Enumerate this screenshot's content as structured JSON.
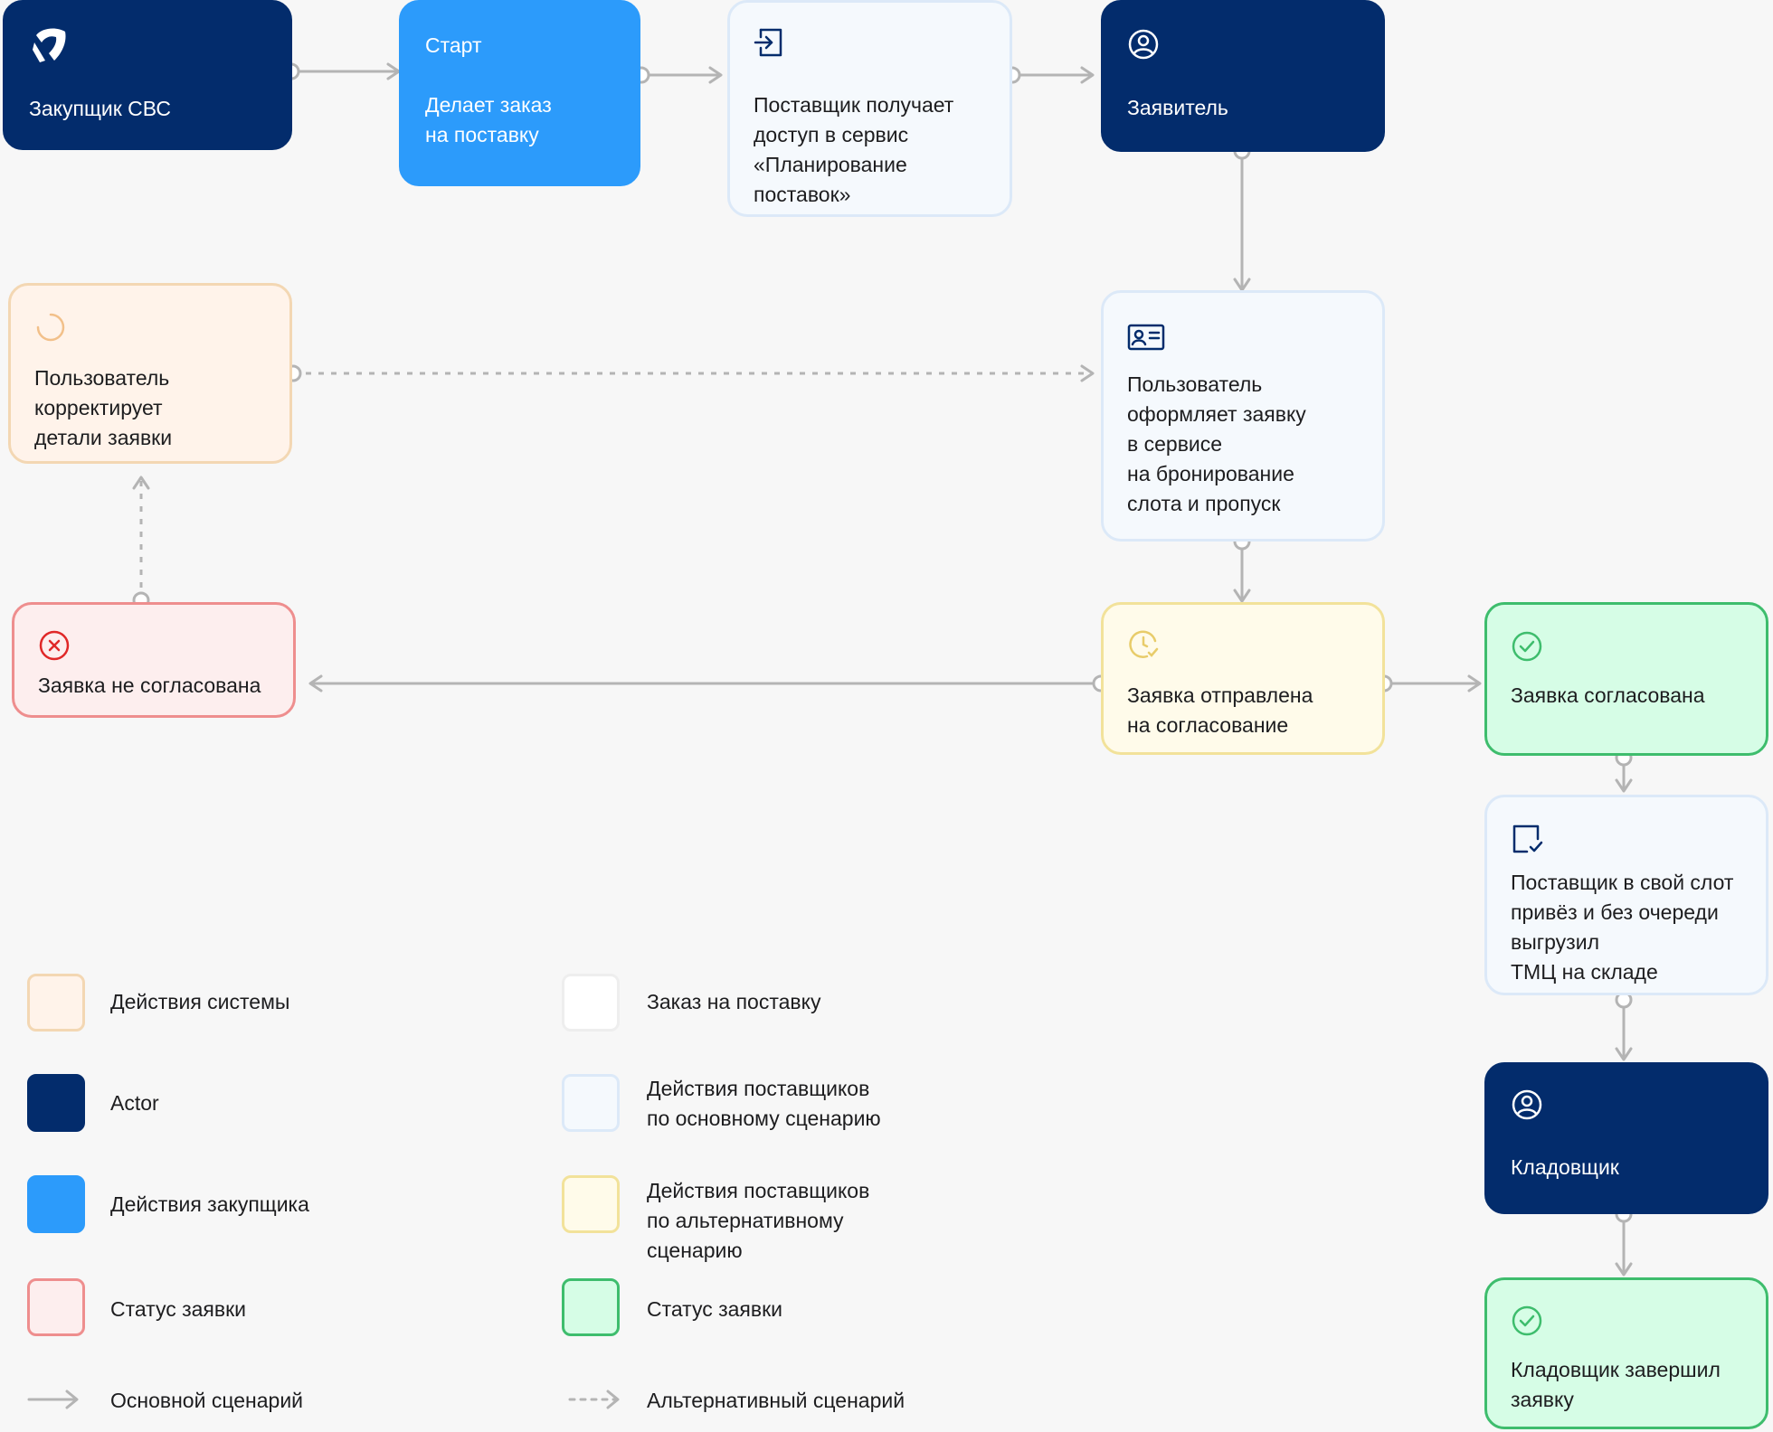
{
  "nodes": {
    "buyer_actor": {
      "label": "Закупщик СВС"
    },
    "start": {
      "title": "Старт",
      "lines": [
        "Делает заказ",
        "на поставку"
      ]
    },
    "access": {
      "lines": [
        "Поставщик получает",
        "доступ в сервис",
        "«Планирование",
        "поставок»"
      ]
    },
    "applicant": {
      "label": "Заявитель"
    },
    "user_fills": {
      "lines": [
        "Пользователь",
        "оформляет заявку",
        "в сервисе",
        "на бронирование",
        "слота и пропуск"
      ]
    },
    "user_corrects": {
      "lines": [
        "Пользователь",
        "корректирует",
        "детали заявки"
      ]
    },
    "sent": {
      "lines": [
        "Заявка отправлена",
        "на согласование"
      ]
    },
    "rejected": {
      "label": "Заявка не согласована"
    },
    "approved": {
      "label": "Заявка согласована"
    },
    "delivered": {
      "lines": [
        "Поставщик в свой слот",
        "привёз и без очереди",
        "выгрузил",
        "ТМЦ на складе"
      ]
    },
    "storekeeper": {
      "label": "Кладовщик"
    },
    "finished": {
      "lines": [
        "Кладовщик завершил",
        "заявку"
      ]
    }
  },
  "legend": {
    "system_actions": "Действия системы",
    "actor": "Actor",
    "buyer_actions": "Действия закупщика",
    "status_rejected": "Статус заявки",
    "main_scenario": "Основной сценарий",
    "supply_order": "Заказ на поставку",
    "supplier_main": [
      "Действия поставщиков",
      "по основному сценарию"
    ],
    "supplier_alt": [
      "Действия поставщиков",
      "по альтернативному",
      "сценарию"
    ],
    "status_approved": "Статус заявки",
    "alt_scenario": "Альтернативный сценарий"
  },
  "colors": {
    "actor": "#032c6c",
    "buyer": "#2c9bfb",
    "main_bg": "#f5f9fd",
    "system_bg": "#fff3ea",
    "alt_bg": "#fffbea",
    "rejected_bg": "#fdeeee",
    "rejected_border": "#ee8e8e",
    "approved_bg": "#d6fde6",
    "approved_border": "#3ebd6d",
    "connector": "#b4b4b4"
  },
  "icons": {
    "buyer_actor": "logo-icon",
    "access": "login-icon",
    "applicant": "user-circle-icon",
    "user_fills": "id-card-icon",
    "user_corrects": "spinner-icon",
    "sent": "clock-check-icon",
    "rejected": "x-circle-icon",
    "approved": "check-circle-icon",
    "delivered": "square-check-icon",
    "storekeeper": "user-circle-icon",
    "finished": "check-circle-icon"
  }
}
